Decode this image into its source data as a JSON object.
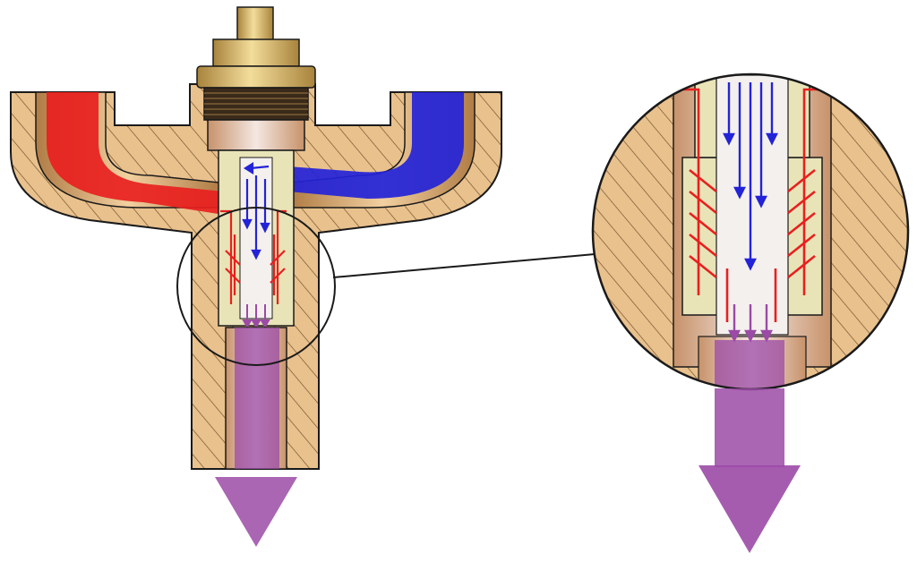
{
  "diagram": {
    "kind": "thermostatic mixing valve cross-section with magnified detail",
    "flows": [
      {
        "name": "hot-inlet",
        "color": "#e8201e"
      },
      {
        "name": "cold-inlet",
        "color": "#2323d8"
      },
      {
        "name": "mixed-outlet",
        "color": "#9b4aa6"
      }
    ],
    "colors": {
      "body": "#e9c18d",
      "body_dark": "#b9894f",
      "hatch": "#6b4b28",
      "brass": "#d9b768",
      "insert": "#e8e4b8",
      "outline": "#1a1a1a",
      "hot": "#e8201e",
      "cold": "#2323d8",
      "mixed": "#9b4aa6"
    }
  }
}
